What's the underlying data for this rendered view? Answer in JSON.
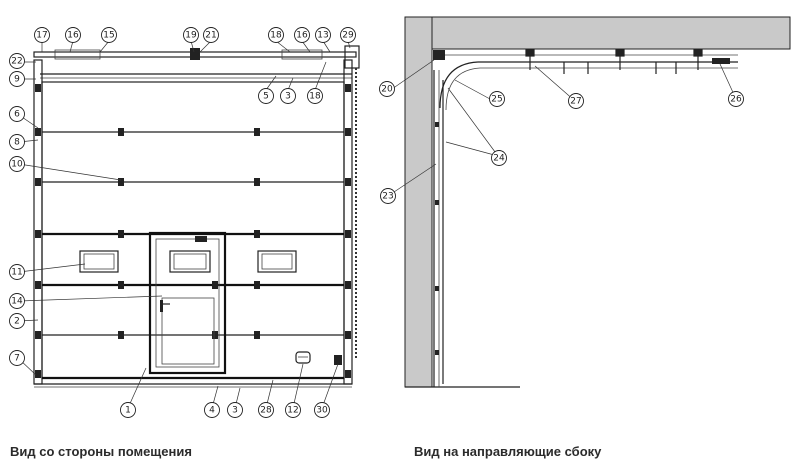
{
  "captions": {
    "left": "Вид со стороны помещения",
    "right": "Вид на направляющие сбоку"
  },
  "callouts": {
    "left": [
      "17",
      "16",
      "15",
      "19",
      "21",
      "18",
      "16",
      "13",
      "29",
      "22",
      "9",
      "5",
      "3",
      "18",
      "6",
      "8",
      "10",
      "11",
      "14",
      "2",
      "7",
      "1",
      "4",
      "3",
      "28",
      "12",
      "30"
    ],
    "right": [
      "20",
      "25",
      "27",
      "26",
      "24",
      "23"
    ]
  },
  "colors": {
    "line": "#222222",
    "ceiling": "#c9c9c9",
    "caption": "#2b2b2b"
  }
}
